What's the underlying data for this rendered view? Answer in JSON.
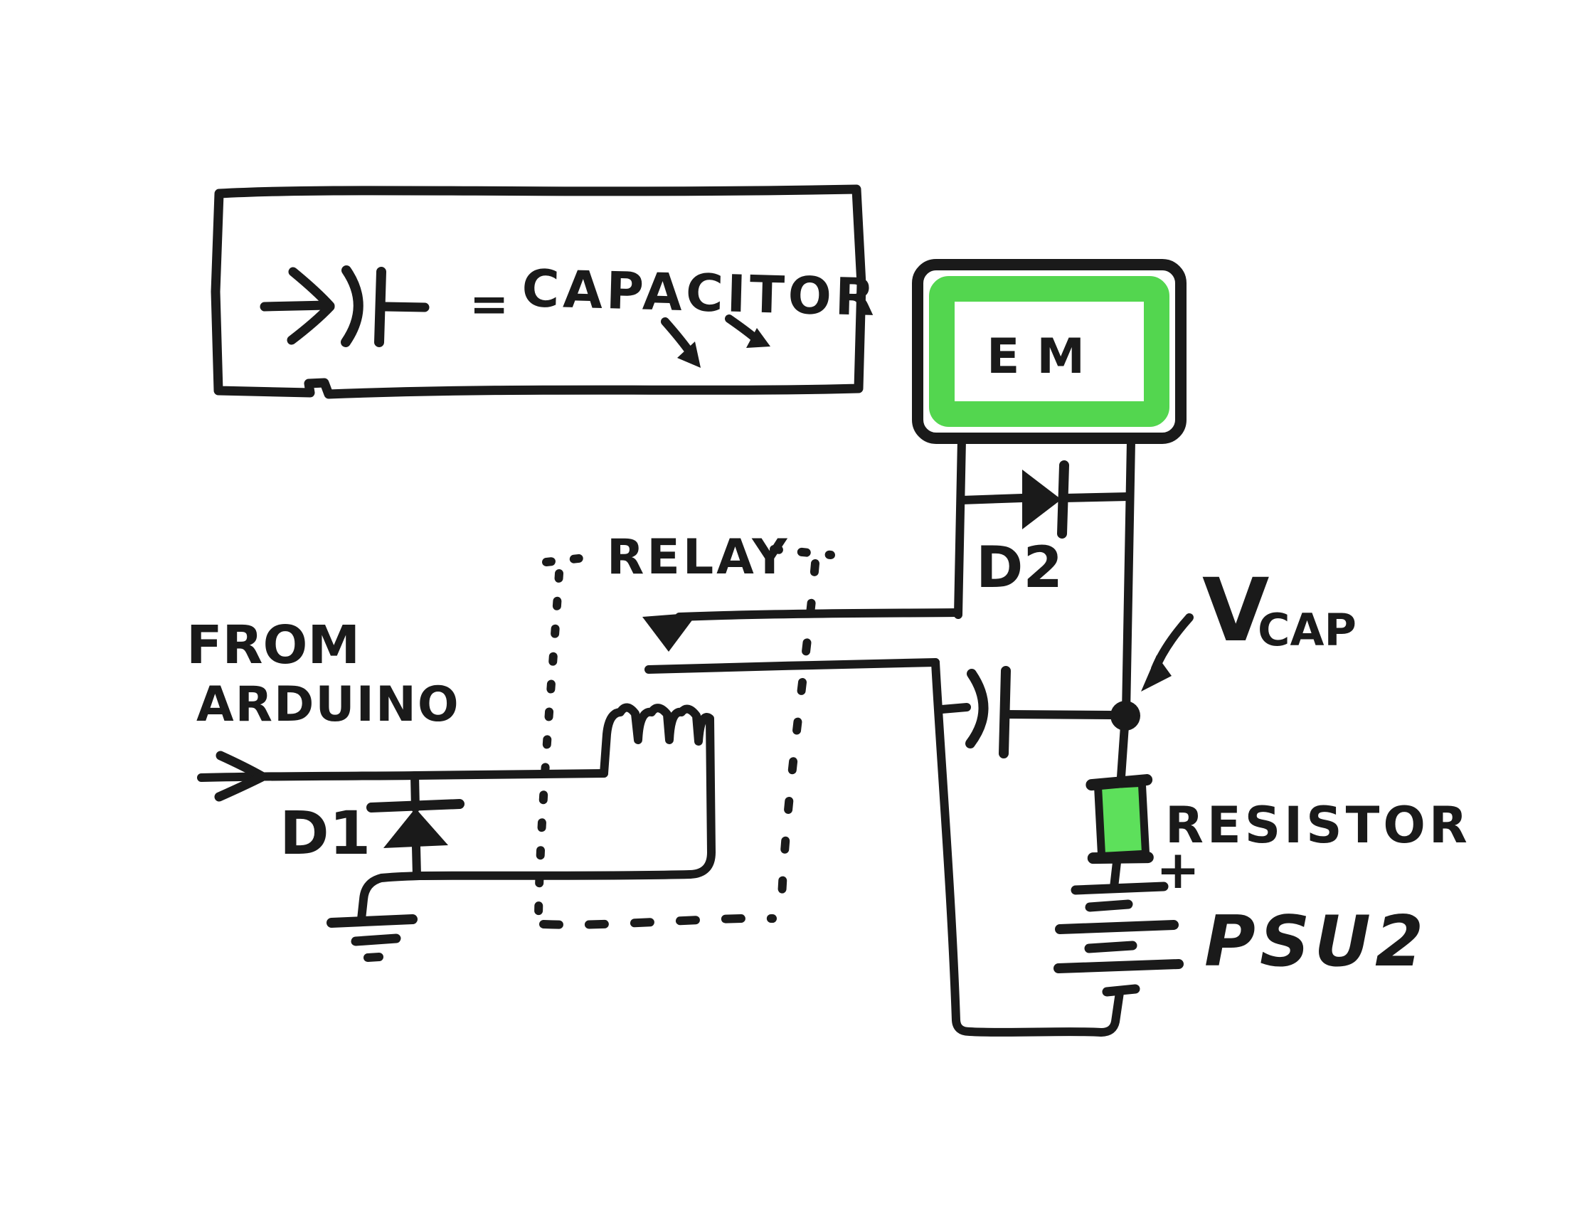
{
  "colors": {
    "ink": "#1a1a1a",
    "green_marker": "#53d64f",
    "green_resistor": "#5de05b",
    "paper": "#ffffff"
  },
  "legend": {
    "equals": "=",
    "label": "CAPACITOR",
    "symbol": "capacitor-symbol"
  },
  "em": {
    "label": "EM"
  },
  "diodes": {
    "d1": "D1",
    "d2": "D2"
  },
  "vcap": {
    "main": "V",
    "sub": "CAP"
  },
  "relay": {
    "label": "RELAY"
  },
  "source": {
    "line1": "FROM",
    "line2": "ARDUINO"
  },
  "resistor": {
    "label": "RESISTOR"
  },
  "psu": {
    "label": "PSU2",
    "plus": "+"
  }
}
